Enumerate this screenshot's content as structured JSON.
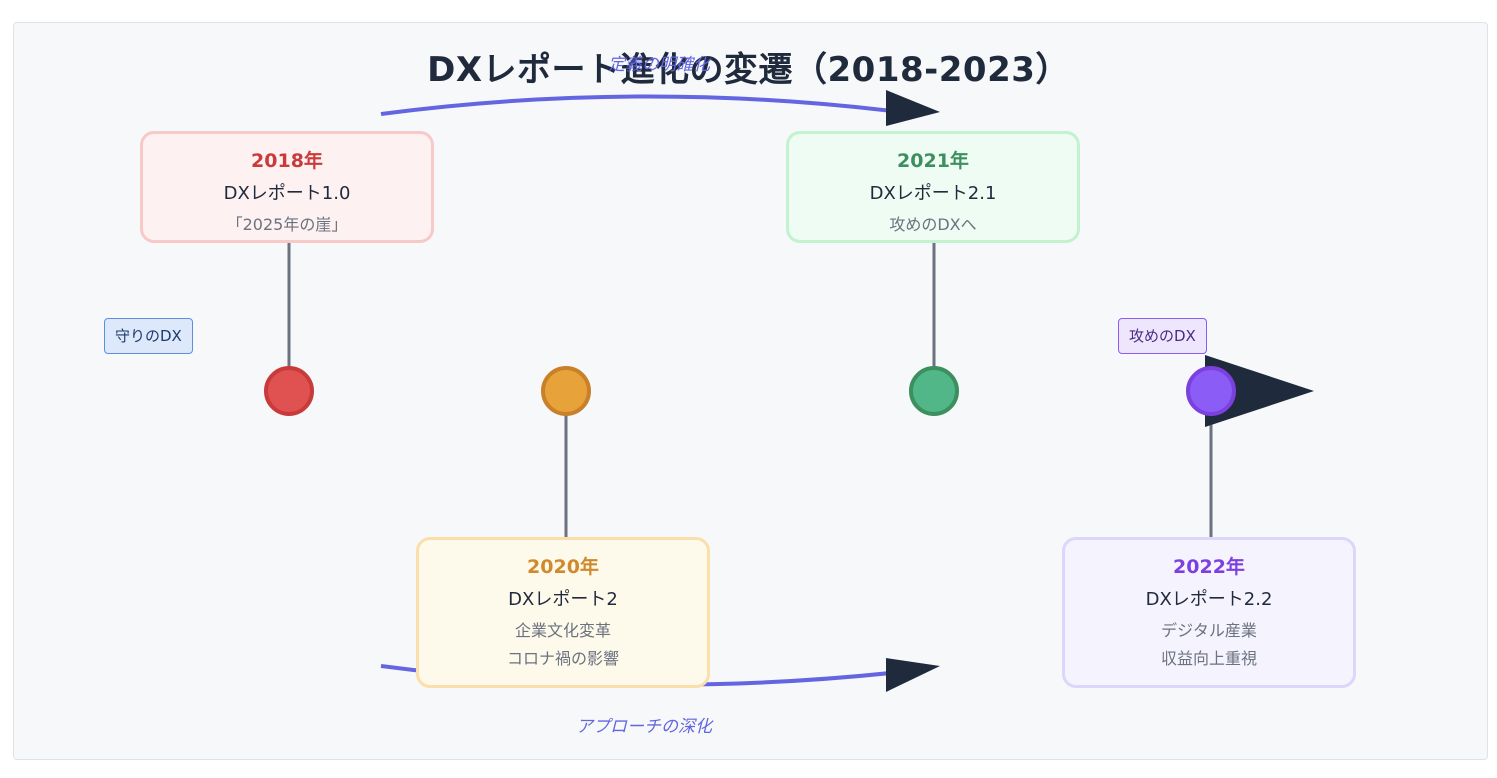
{
  "title": "DXレポート進化の変遷（2018-2023）",
  "curve_labels": {
    "top": "定義の明確化",
    "bottom": "アプローチの深化"
  },
  "tags": {
    "defense": "守りのDX",
    "offense": "攻めのDX"
  },
  "milestones": [
    {
      "year": "2018年",
      "name": "DXレポート1.0",
      "desc": [
        "「2025年の崖」"
      ],
      "color": "#e05252"
    },
    {
      "year": "2020年",
      "name": "DXレポート2",
      "desc": [
        "企業文化変革",
        "コロナ禍の影響"
      ],
      "color": "#e8a23a"
    },
    {
      "year": "2021年",
      "name": "DXレポート2.1",
      "desc": [
        "攻めのDXへ"
      ],
      "color": "#52b788"
    },
    {
      "year": "2022年",
      "name": "DXレポート2.2",
      "desc": [
        "デジタル産業",
        "収益向上重視"
      ],
      "color": "#8b5cf6"
    }
  ],
  "colors": {
    "arrow": "#6366e0",
    "arrowhead": "#1f2a3c",
    "connector": "#6b7280"
  }
}
